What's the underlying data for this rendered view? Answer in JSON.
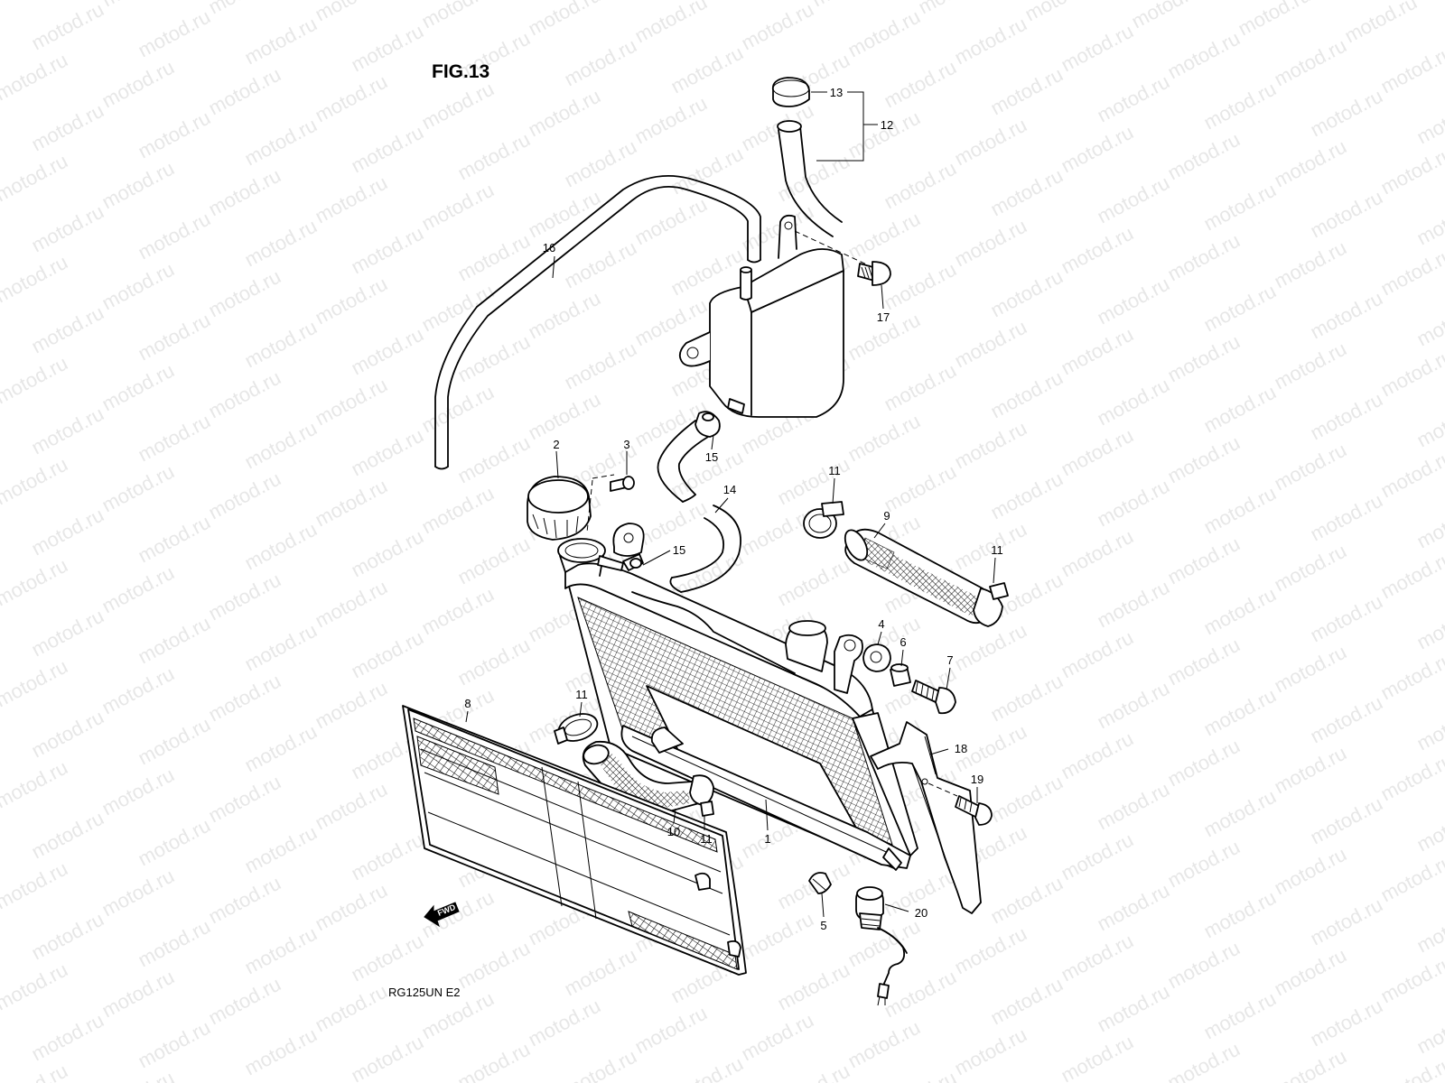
{
  "figure": {
    "title": "FIG.13",
    "model": "RG125UN  E2",
    "fwd_label": "FWD"
  },
  "watermark": {
    "text": "motod.ru"
  },
  "callouts": {
    "c1": "1",
    "c2": "2",
    "c3": "3",
    "c4": "4",
    "c5": "5",
    "c6": "6",
    "c7": "7",
    "c8": "8",
    "c9": "9",
    "c10": "10",
    "c11a": "11",
    "c11b": "11",
    "c11c": "11",
    "c11d": "11",
    "c12": "12",
    "c13": "13",
    "c14": "14",
    "c15a": "15",
    "c15b": "15",
    "c16": "16",
    "c17": "17",
    "c18": "18",
    "c19": "19",
    "c20": "20"
  }
}
